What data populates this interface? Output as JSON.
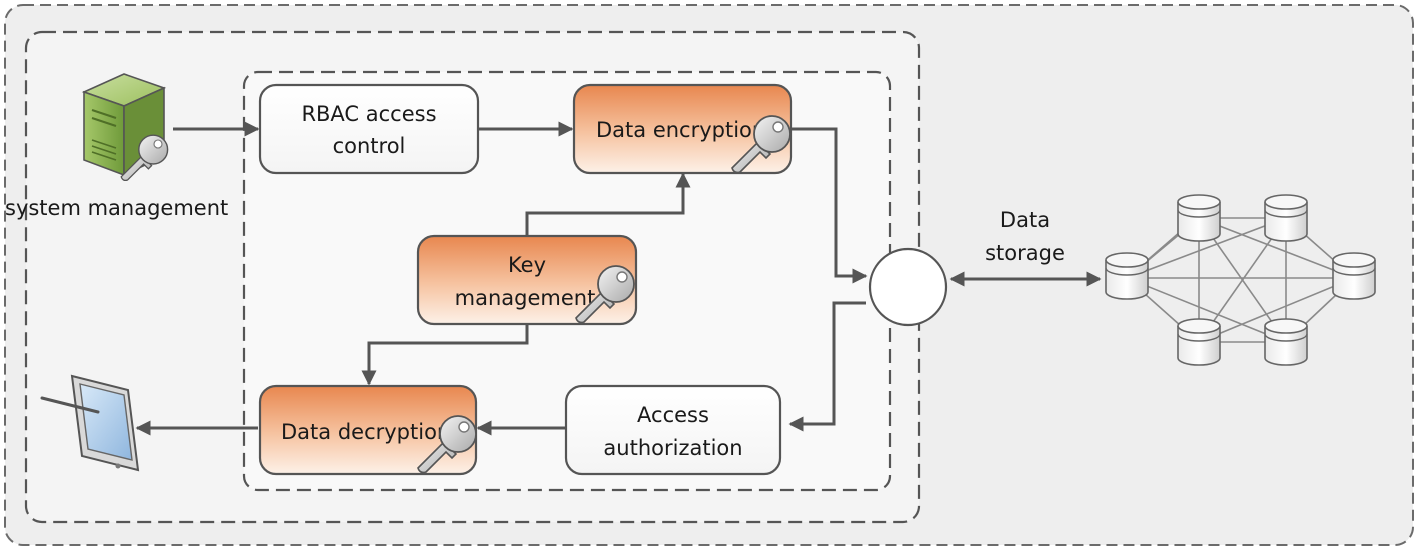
{
  "diagram": {
    "actors": {
      "system_management": "system management"
    },
    "boxes": {
      "rbac": {
        "line1": "RBAC access",
        "line2": "control"
      },
      "encryption": {
        "line1": "Data encryption"
      },
      "key_management": {
        "line1": "Key",
        "line2": "management"
      },
      "decryption": {
        "line1": "Data decryption"
      },
      "authorization": {
        "line1": "Access",
        "line2": "authorization"
      }
    },
    "storage_label": {
      "line1": "Data",
      "line2": "storage"
    },
    "colors": {
      "orange_top": "#e8874f",
      "orange_bottom": "#fdf1e8",
      "white_box": "#ffffff",
      "line": "#555555",
      "panel_bg": "#eeeeee",
      "server_green": "#8db44f",
      "tablet_screen": "#b9d4ef"
    },
    "icons": [
      "server-icon",
      "key-icon",
      "tablet-icon",
      "database-icon"
    ]
  }
}
